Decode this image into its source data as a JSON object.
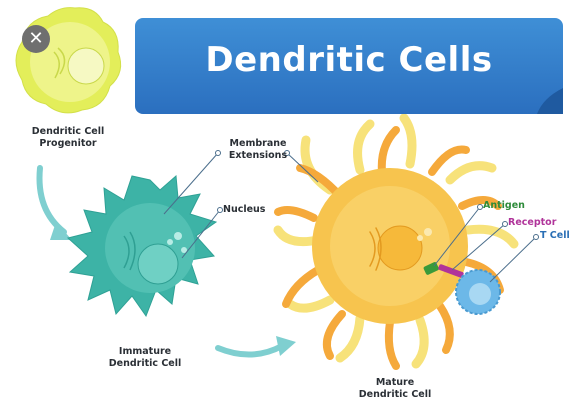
{
  "title": "Dendritic Cells",
  "labels": {
    "progenitor": "Dendritic Cell\nProgenitor",
    "membrane": "Membrane\nExtensions",
    "nucleus": "Nucleus",
    "antigen": "Antigen",
    "receptor": "Receptor",
    "tcell": "T Cell",
    "immature": "Immature\nDendritic Cell",
    "mature": "Mature\nDendritic Cell"
  },
  "colors": {
    "banner": "#2b6fbf",
    "progenitor": "#e7f061",
    "immature": "#3fb6a8",
    "mature_body": "#f7b733",
    "mature_arm": "#f5a93b",
    "mature_arm_light": "#f7e27a",
    "tcell": "#6cb8e8",
    "antigen": "#3a9a3a",
    "receptor": "#b0349a",
    "arrow": "#7fcfd0"
  },
  "icons": {
    "close": "close-icon"
  }
}
